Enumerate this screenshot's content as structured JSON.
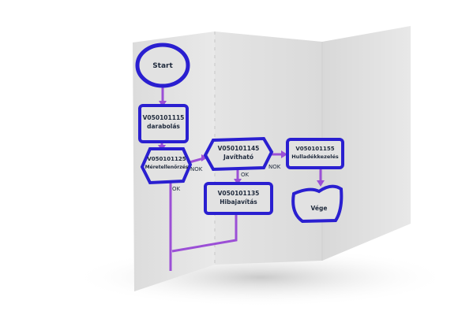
{
  "flowchart": {
    "start": "Start",
    "step1": {
      "code": "V050101115",
      "name": "darabolás"
    },
    "decision1": {
      "code": "V050101125",
      "name": "Méretellenőrzés"
    },
    "decision2": {
      "code": "V050101145",
      "name": "Javítható"
    },
    "step2": {
      "code": "V050101135",
      "name": "Hibajavítás"
    },
    "step3": {
      "code": "V050101155",
      "name": "Hulladékkezelés"
    },
    "end": "Vége",
    "edges": {
      "d1_nok": "NOK",
      "d1_ok": "OK",
      "d2_ok": "OK",
      "d2_nok": "NOK"
    }
  },
  "colors": {
    "shape_border": "#2a1fd0",
    "connector": "#9b4fd6",
    "paper": "#e6e6e6"
  }
}
